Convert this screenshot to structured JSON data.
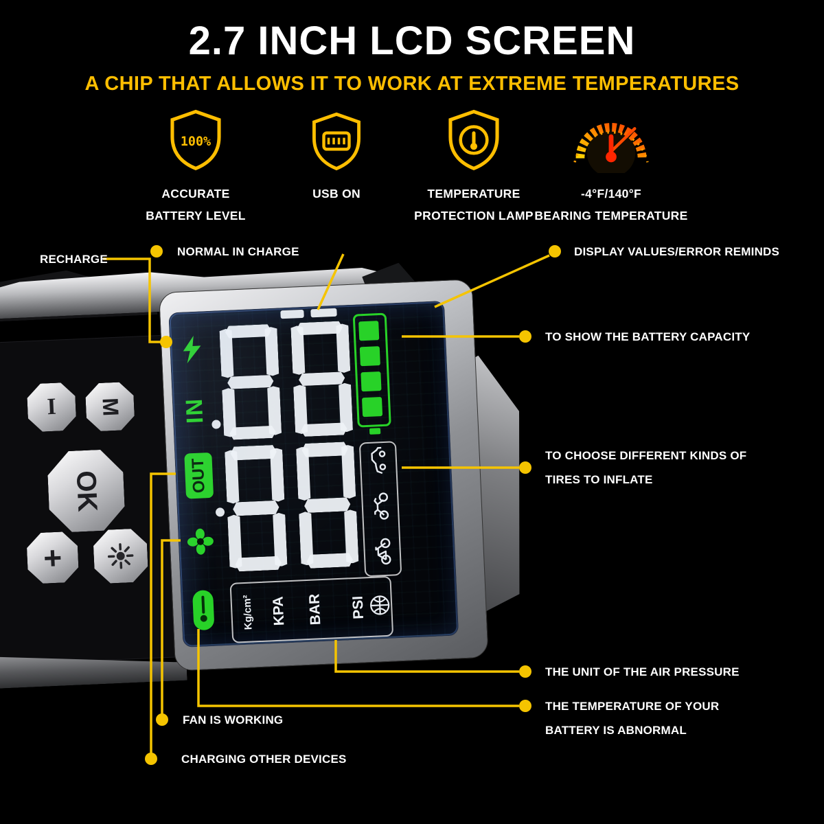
{
  "colors": {
    "accent_yellow": "#F5C400",
    "headline_yellow": "#FFBE00",
    "indicator_green": "#28D228",
    "digit_white": "#EEF2F7"
  },
  "header": {
    "title": "2.7 INCH LCD SCREEN",
    "subtitle": "A CHIP THAT ALLOWS IT TO WORK AT EXTREME TEMPERATURES"
  },
  "features": [
    {
      "icon": "shield-battery-level-icon",
      "badge": "100%",
      "line1": "ACCURATE",
      "line2": "BATTERY LEVEL"
    },
    {
      "icon": "shield-usb-icon",
      "line1": "USB ON",
      "line2": ""
    },
    {
      "icon": "shield-thermometer-icon",
      "line1": "TEMPERATURE",
      "line2": "PROTECTION LAMP"
    },
    {
      "icon": "temperature-gauge-icon",
      "line1": "-4°F/140°F",
      "line2": "BEARING TEMPERATURE"
    }
  ],
  "callouts": {
    "recharge": "RECHARGE",
    "normal_in_charge": "NORMAL IN CHARGE",
    "display_values": "DISPLAY VALUES/ERROR REMINDS",
    "battery_capacity": "TO SHOW THE BATTERY CAPACITY",
    "tires_line1": "TO CHOOSE DIFFERENT KINDS OF",
    "tires_line2": "TIRES TO INFLATE",
    "air_pressure_unit": "THE UNIT OF THE AIR PRESSURE",
    "battery_temp_line1": "THE TEMPERATURE OF YOUR",
    "battery_temp_line2": "BATTERY IS ABNORMAL",
    "fan_working": "FAN IS WORKING",
    "charging_other": "CHARGING OTHER DEVICES"
  },
  "device": {
    "buttons": {
      "power": "I",
      "mode": "M",
      "ok": "OK",
      "plus": "+"
    },
    "screen": {
      "in_label": "IN",
      "out_label": "OUT",
      "units": [
        "Kg/cm²",
        "KPA",
        "BAR",
        "PSI"
      ]
    }
  }
}
